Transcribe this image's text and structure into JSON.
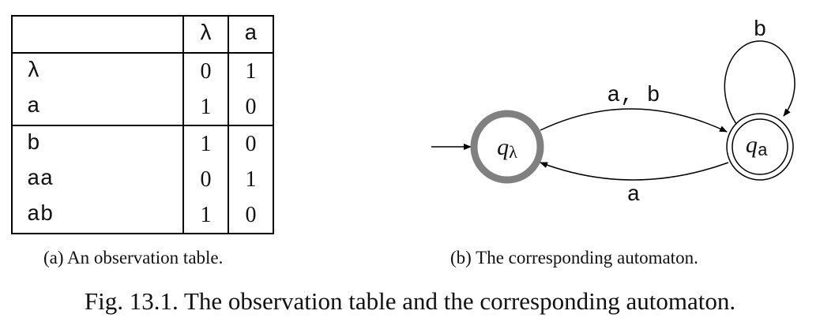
{
  "table": {
    "columns": [
      "λ",
      "a"
    ],
    "rows": [
      {
        "label": "λ",
        "values": [
          "0",
          "1"
        ]
      },
      {
        "label": "a",
        "values": [
          "1",
          "0"
        ]
      },
      {
        "label": "b",
        "values": [
          "1",
          "0"
        ]
      },
      {
        "label": "aa",
        "values": [
          "0",
          "1"
        ]
      },
      {
        "label": "ab",
        "values": [
          "1",
          "0"
        ]
      }
    ]
  },
  "automaton": {
    "states": {
      "q_lambda": {
        "base": "q",
        "sub": "λ",
        "initial": true,
        "accepting": false
      },
      "q_a": {
        "base": "q",
        "sub": "a",
        "initial": false,
        "accepting": true
      }
    },
    "transitions": {
      "q_lambda_to_q_a": "a, b",
      "q_a_to_q_lambda": "a",
      "q_a_self": "b"
    },
    "colors": {
      "highlight_state_ring": "#808080"
    }
  },
  "captions": {
    "sub_a": "(a)  An observation table.",
    "sub_b": "(b)  The corresponding automaton.",
    "main": "Fig. 13.1. The observation table and the corresponding automaton."
  }
}
